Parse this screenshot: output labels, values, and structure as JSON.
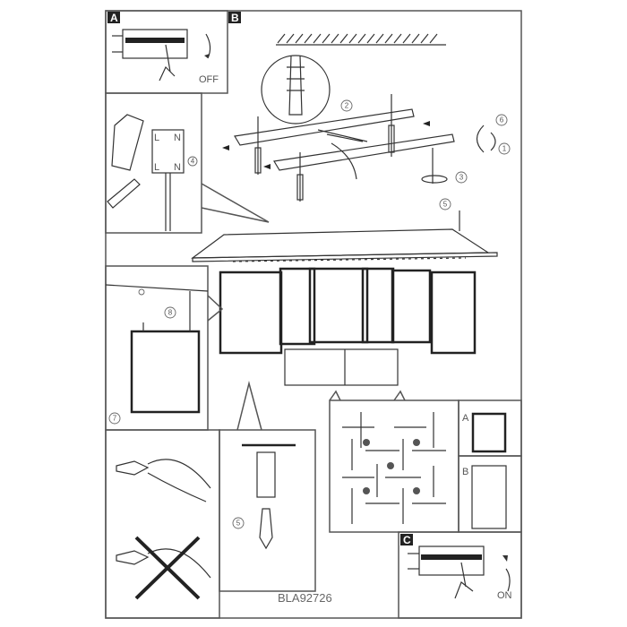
{
  "panels": {
    "a": {
      "badge": "A",
      "switch_state": "OFF"
    },
    "b": {
      "badge": "B"
    },
    "c": {
      "badge": "C",
      "switch_state": "ON"
    }
  },
  "wiring": {
    "terminal_live": "L",
    "terminal_neutral": "N"
  },
  "steps": [
    "1",
    "2",
    "3",
    "4",
    "5",
    "6",
    "7",
    "8"
  ],
  "frame_types": {
    "a": "A",
    "b": "B"
  },
  "product_code": "BLA92726"
}
